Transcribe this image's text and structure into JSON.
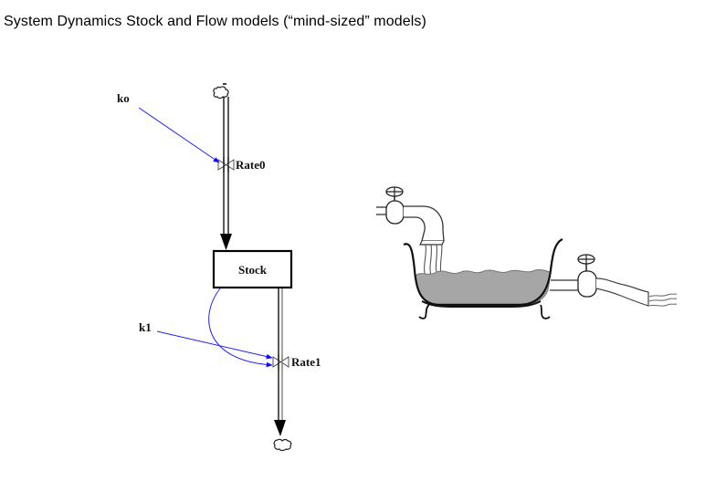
{
  "page": {
    "title": "System Dynamics Stock and Flow models (“mind-sized” models)"
  },
  "diagram": {
    "stock": {
      "label": "Stock"
    },
    "flows": [
      {
        "label": "Rate0",
        "direction": "inflow",
        "source": "cloud",
        "target": "Stock"
      },
      {
        "label": "Rate1",
        "direction": "outflow",
        "source": "Stock",
        "target": "cloud"
      }
    ],
    "auxiliaries": [
      {
        "label": "ko",
        "links_to": "Rate0"
      },
      {
        "label": "k1",
        "links_to": "Rate1"
      }
    ],
    "links": [
      {
        "from": "ko",
        "to": "Rate0"
      },
      {
        "from": "k1",
        "to": "Rate1"
      },
      {
        "from": "Stock",
        "to": "Rate1"
      }
    ],
    "link_color": "#1a1aff",
    "pipe_color": "#000000"
  },
  "illustration": {
    "subject": "bathtub-analogy",
    "parts": [
      "inflow-faucet",
      "bathtub-with-water",
      "outflow-drain-valve",
      "drain-pipe"
    ],
    "water_color": "#a6a6a6"
  }
}
